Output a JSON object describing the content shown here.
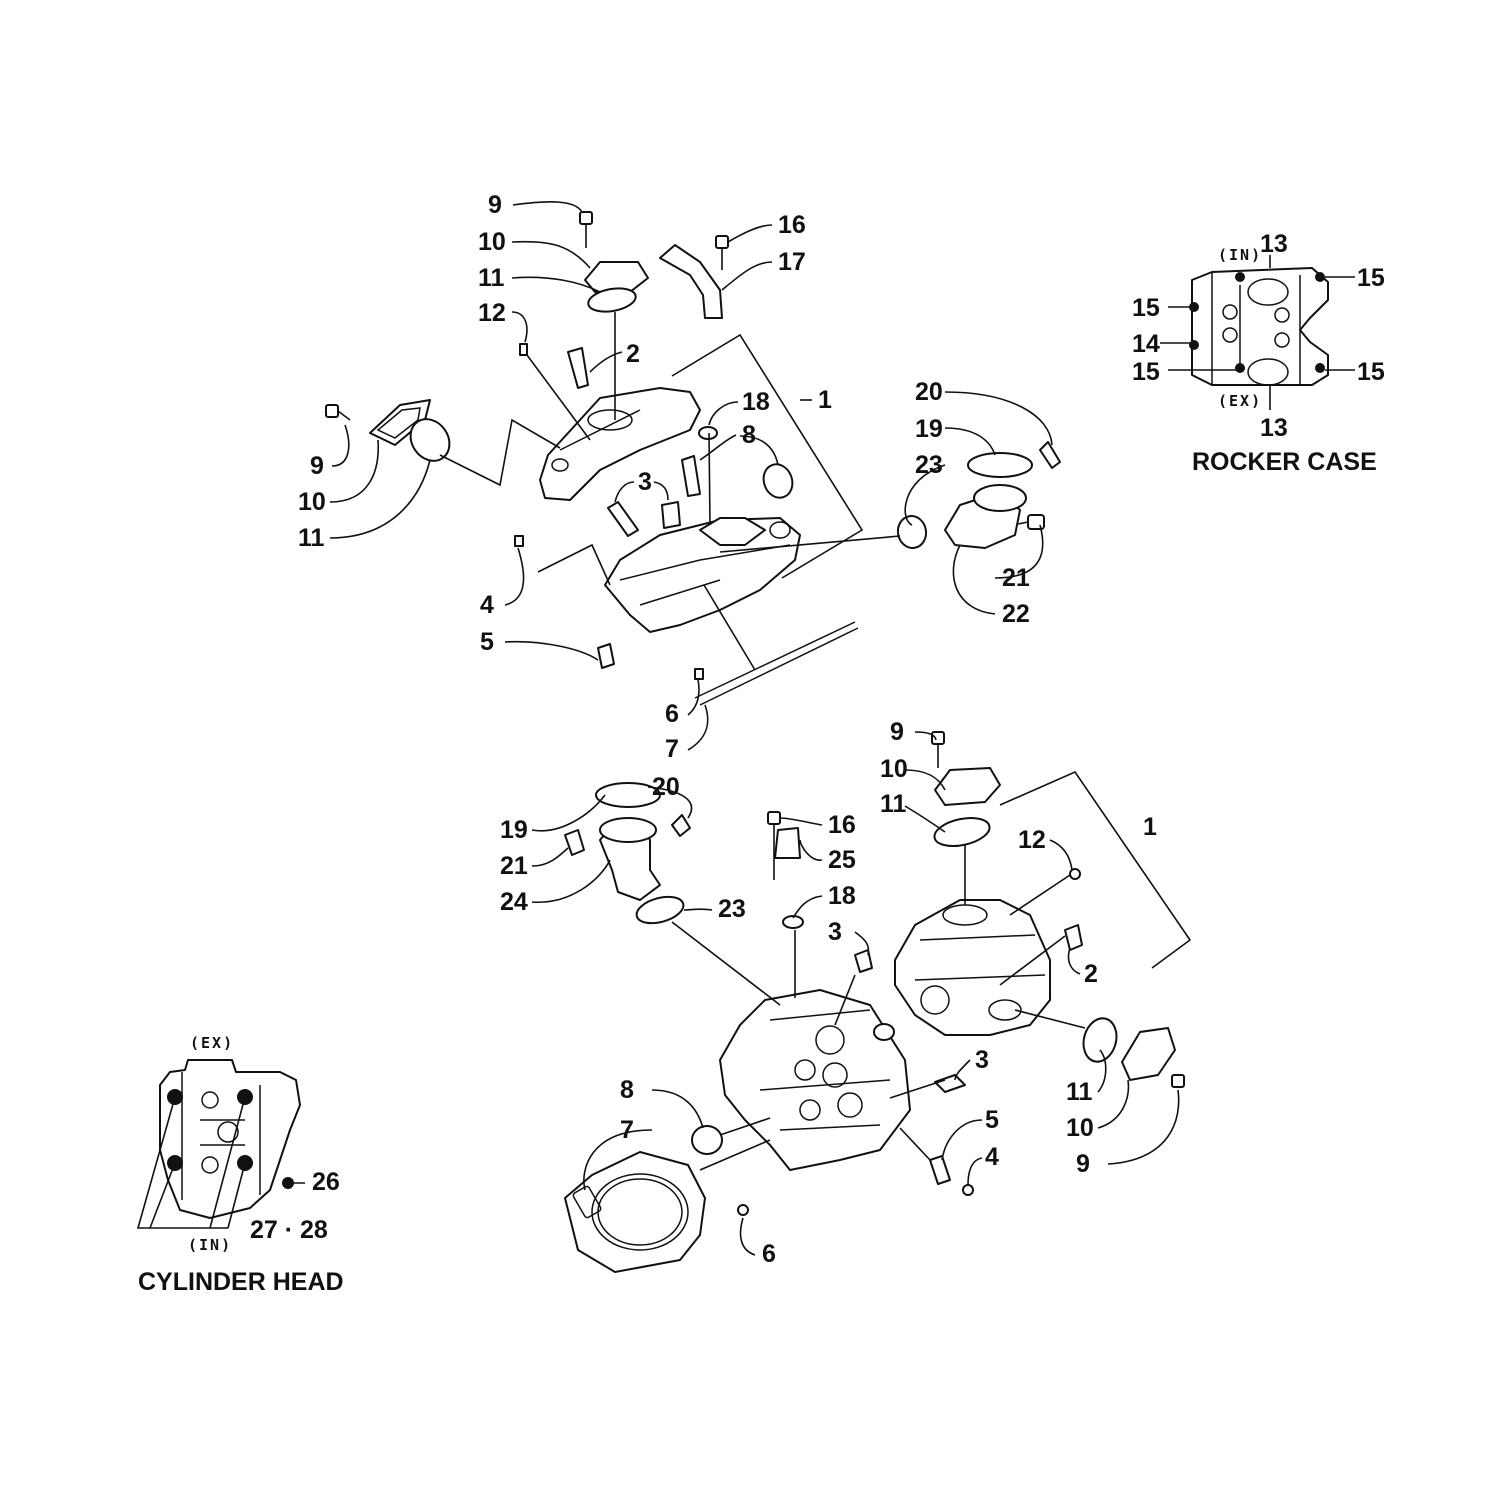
{
  "diagram": {
    "callouts": {
      "n1": "1",
      "n2": "2",
      "n3": "3",
      "n4": "4",
      "n5": "5",
      "n6": "6",
      "n7": "7",
      "n8": "8",
      "n9": "9",
      "n10": "10",
      "n11": "11",
      "n12": "12",
      "n13": "13",
      "n14": "14",
      "n15": "15",
      "n16": "16",
      "n17": "17",
      "n18": "18",
      "n19": "19",
      "n20": "20",
      "n21": "21",
      "n22": "22",
      "n23": "23",
      "n24": "24",
      "n25": "25",
      "n26": "26",
      "n27_28": "27 · 28"
    },
    "rocker_case": {
      "title": "ROCKER CASE",
      "in_label": "(IN)",
      "ex_label": "(EX)"
    },
    "cylinder_head": {
      "title": "CYLINDER HEAD",
      "in_label": "(IN)",
      "ex_label": "(EX)"
    }
  }
}
